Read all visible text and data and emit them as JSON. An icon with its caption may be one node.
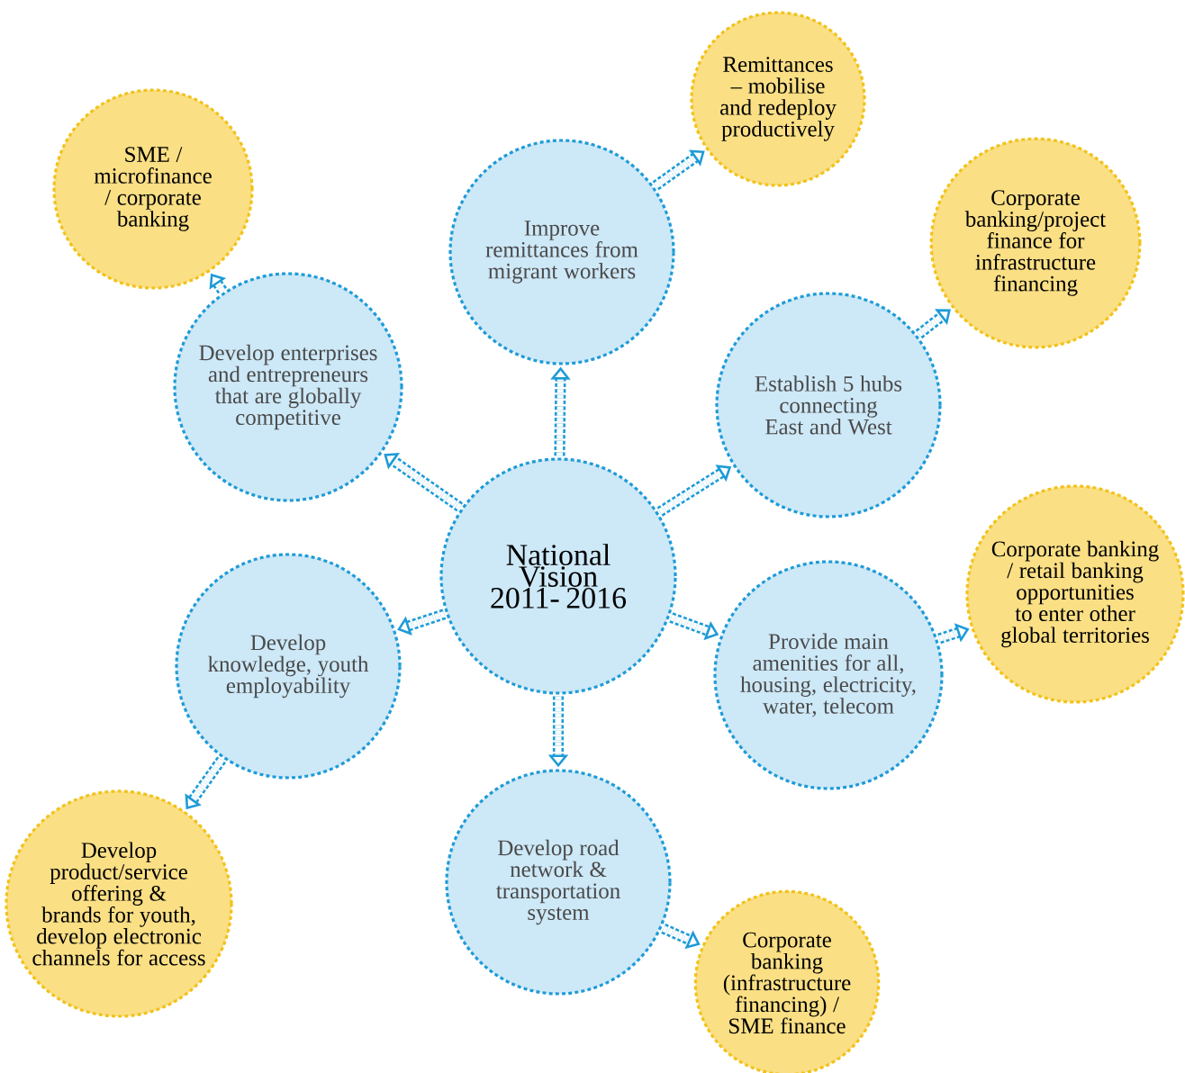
{
  "diagram": {
    "nodes": [
      {
        "text": [
          "National Vision 2011- 2016"
        ]
      },
      {
        "text": [
          "Improve remittances from migrant workers"
        ]
      },
      {
        "text": [
          "Establish 5 hubs connecting East and West"
        ]
      },
      {
        "text": [
          "Provide main amenities for all, housing, electricity, water, telecom"
        ]
      },
      {
        "text": [
          "Develop road network & transportation system"
        ]
      },
      {
        "text": [
          "Develop knowledge, youth employability"
        ]
      },
      {
        "text": [
          "Develop enterprises and entrepreneurs that are globally competitive"
        ]
      },
      {
        "text": [
          "Remittances – mobilise and redeploy productively"
        ]
      },
      {
        "text": [
          "Corporate banking/project finance for infrastructure financing"
        ]
      },
      {
        "text": [
          "Corporate banking / retail banking opportunities to enter other global territories"
        ]
      },
      {
        "text": [
          "Corporate banking (infrastructure financing) / SME finance"
        ]
      },
      {
        "text": [
          "Develop product/service offering & brands for youth, develop electronic channels for access"
        ]
      },
      {
        "text": [
          "SME / microfinance / corporate banking"
        ]
      }
    ],
    "edges": [
      {
        "from": 0,
        "to": 1,
        "arrow": "to"
      },
      {
        "from": 0,
        "to": 2,
        "arrow": "to"
      },
      {
        "from": 0,
        "to": 3,
        "arrow": "to"
      },
      {
        "from": 0,
        "to": 4,
        "arrow": "to"
      },
      {
        "from": 0,
        "to": 5,
        "arrow": "to"
      },
      {
        "from": 0,
        "to": 6,
        "arrow": "to"
      },
      {
        "from": 1,
        "to": 7,
        "arrow": "to"
      },
      {
        "from": 2,
        "to": 8,
        "arrow": "to"
      },
      {
        "from": 3,
        "to": 9,
        "arrow": "to"
      },
      {
        "from": 4,
        "to": 10,
        "arrow": "to"
      },
      {
        "from": 5,
        "to": 11,
        "arrow": "to"
      },
      {
        "from": 6,
        "to": 12,
        "arrow": "to"
      }
    ]
  }
}
